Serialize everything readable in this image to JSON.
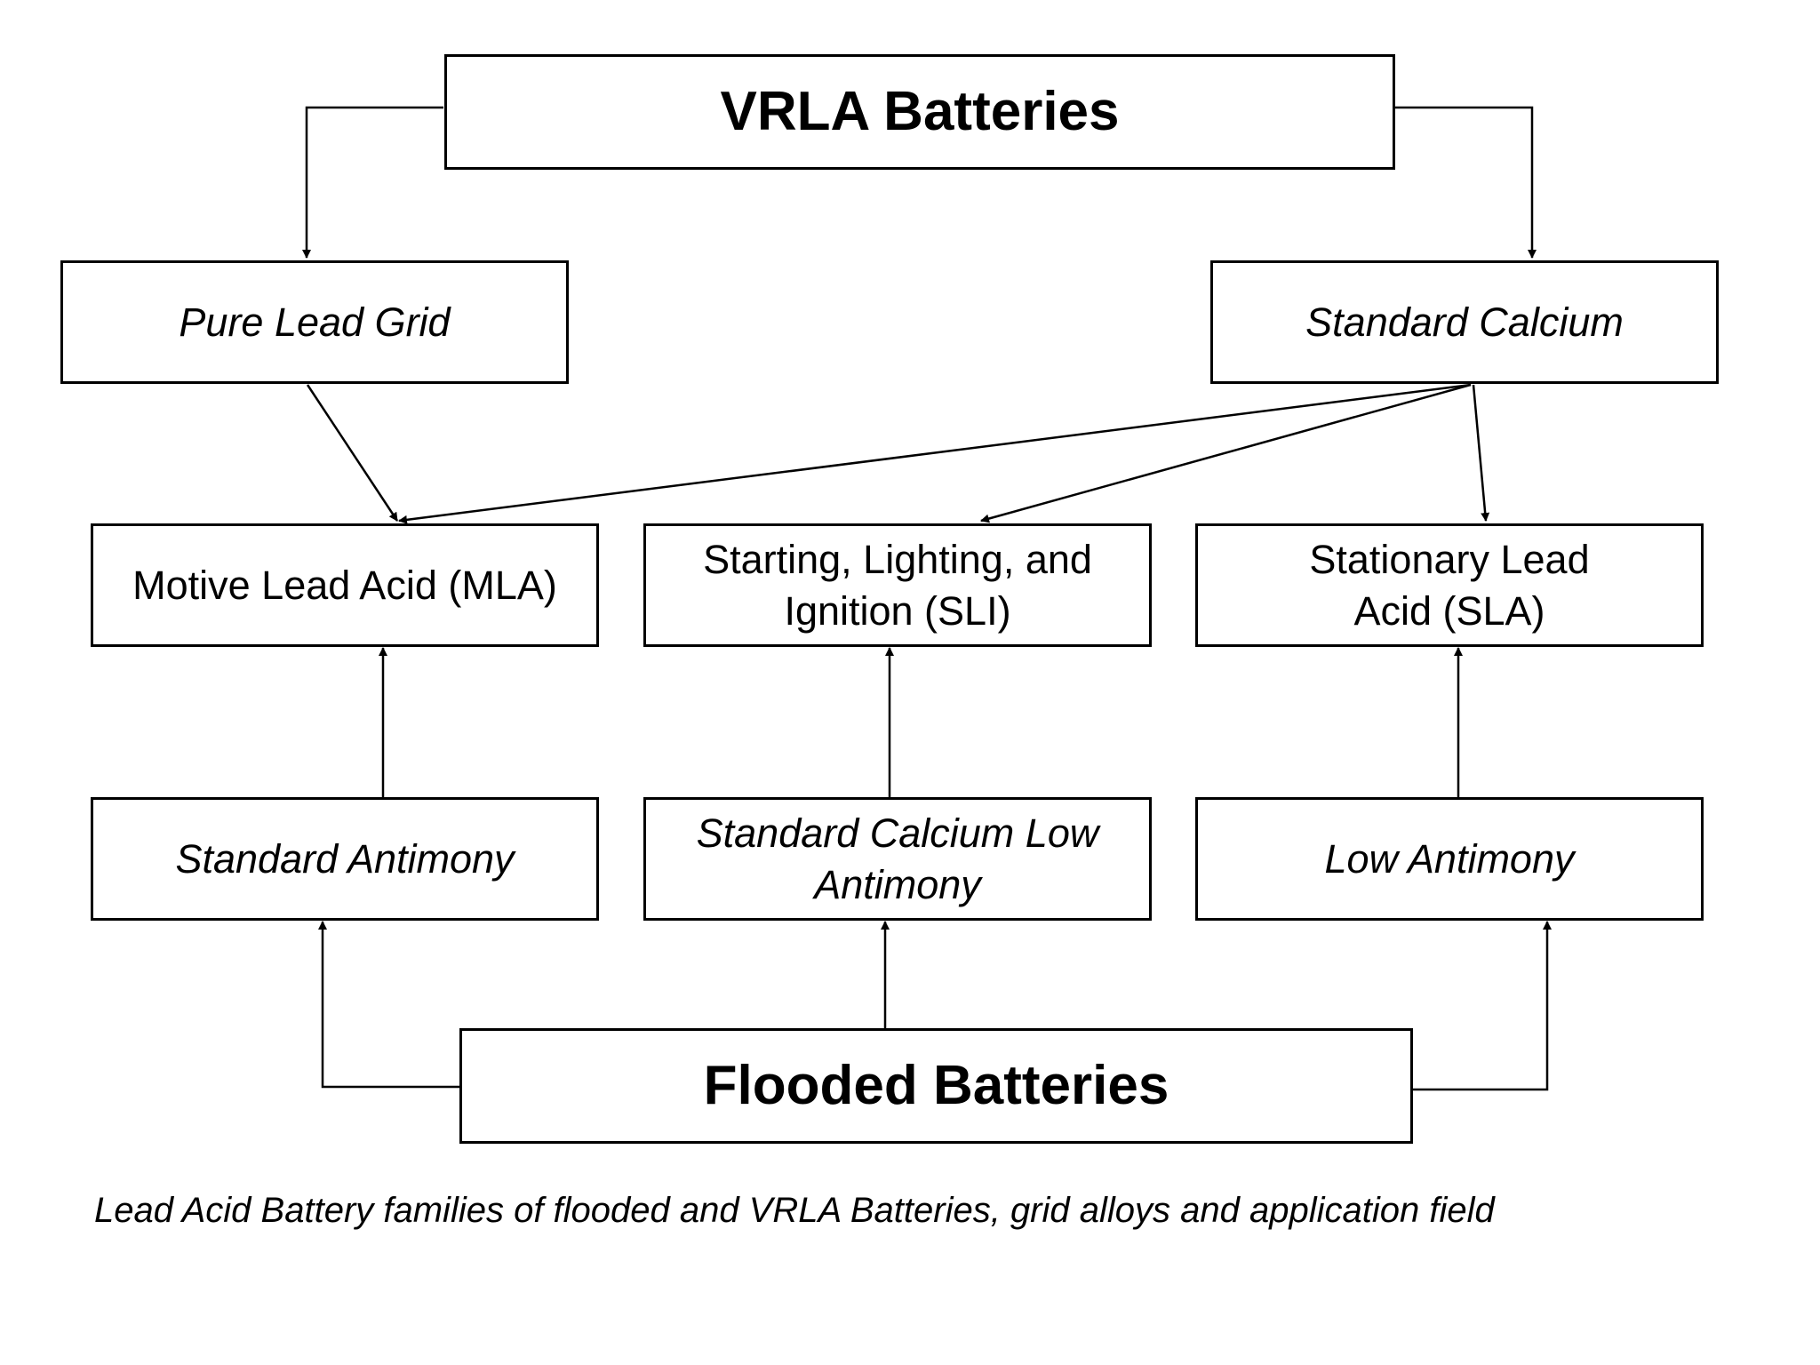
{
  "diagram": {
    "nodes": {
      "vrla": {
        "label": "VRLA Batteries"
      },
      "pure_lead_grid": {
        "label": "Pure Lead Grid"
      },
      "standard_calcium": {
        "label": "Standard Calcium"
      },
      "mla": {
        "label": "Motive Lead Acid (MLA)"
      },
      "sli": {
        "label": "Starting, Lighting, and Ignition (SLI)"
      },
      "sla": {
        "label": "Stationary Lead Acid (SLA)"
      },
      "standard_antimony": {
        "label": "Standard Antimony"
      },
      "standard_calcium_low_antimony": {
        "label": "Standard Calcium Low Antimony"
      },
      "low_antimony": {
        "label": "Low Antimony"
      },
      "flooded": {
        "label": "Flooded Batteries"
      }
    },
    "edges": [
      {
        "from": "vrla",
        "to": "pure_lead_grid"
      },
      {
        "from": "vrla",
        "to": "standard_calcium"
      },
      {
        "from": "pure_lead_grid",
        "to": "mla"
      },
      {
        "from": "standard_calcium",
        "to": "mla"
      },
      {
        "from": "standard_calcium",
        "to": "sli"
      },
      {
        "from": "standard_calcium",
        "to": "sla"
      },
      {
        "from": "standard_antimony",
        "to": "mla"
      },
      {
        "from": "standard_calcium_low_antimony",
        "to": "sli"
      },
      {
        "from": "low_antimony",
        "to": "sla"
      },
      {
        "from": "flooded",
        "to": "standard_antimony"
      },
      {
        "from": "flooded",
        "to": "standard_calcium_low_antimony"
      },
      {
        "from": "flooded",
        "to": "low_antimony"
      }
    ],
    "caption": "Lead Acid Battery families of flooded and VRLA Batteries, grid alloys and application field"
  }
}
